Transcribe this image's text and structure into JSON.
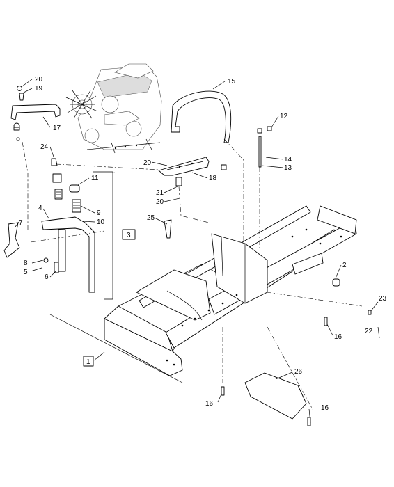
{
  "diagram": {
    "part_callouts": [
      "1",
      "2",
      "3",
      "4",
      "5",
      "6",
      "7",
      "8",
      "9",
      "10",
      "11",
      "12",
      "13",
      "14",
      "15",
      "16",
      "17",
      "18",
      "19",
      "20",
      "21",
      "22",
      "23",
      "24",
      "25",
      "26"
    ],
    "callout_labels": {
      "c20a": "20",
      "c19": "19",
      "c17": "17",
      "c15": "15",
      "c12": "12",
      "c14": "14",
      "c13": "13",
      "c24": "24",
      "c20b": "20",
      "c18": "18",
      "c11": "11",
      "c21": "21",
      "c20c": "20",
      "c3": "3",
      "c25": "25",
      "c4": "4",
      "c7": "7",
      "c9": "9",
      "c10": "10",
      "c2": "2",
      "c8": "8",
      "c5": "5",
      "c6": "6",
      "c23": "23",
      "c22": "22",
      "c16a": "16",
      "c1": "1",
      "c26": "26",
      "c16b": "16",
      "c16c": "16"
    }
  }
}
